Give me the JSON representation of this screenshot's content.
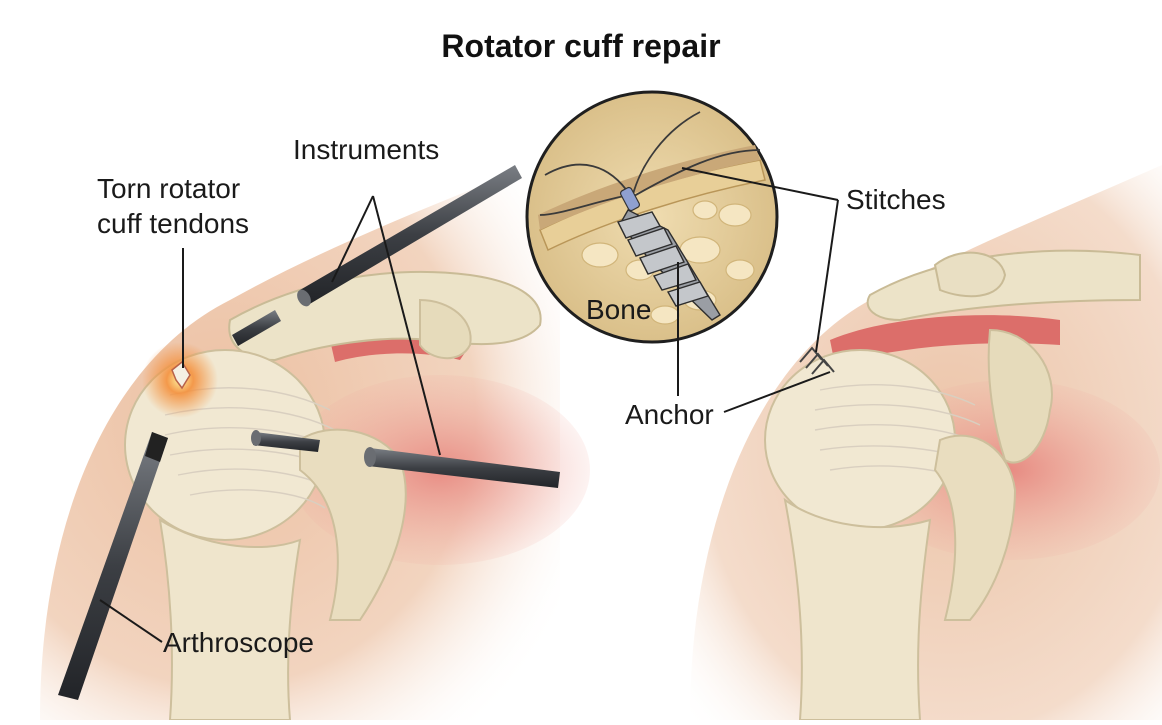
{
  "title": "Rotator cuff repair",
  "labels": {
    "torn_line1": "Torn rotator",
    "torn_line2": "cuff tendons",
    "instruments": "Instruments",
    "stitches": "Stitches",
    "bone": "Bone",
    "anchor": "Anchor",
    "arthroscope": "Arthroscope"
  },
  "colors": {
    "skin": "#e8c2a2",
    "bone": "#ece3c8",
    "muscle": "#e07d78",
    "instrument": "#4a4d52",
    "tendon": "#f4f1ec",
    "leader_line": "#1a1a1a"
  }
}
